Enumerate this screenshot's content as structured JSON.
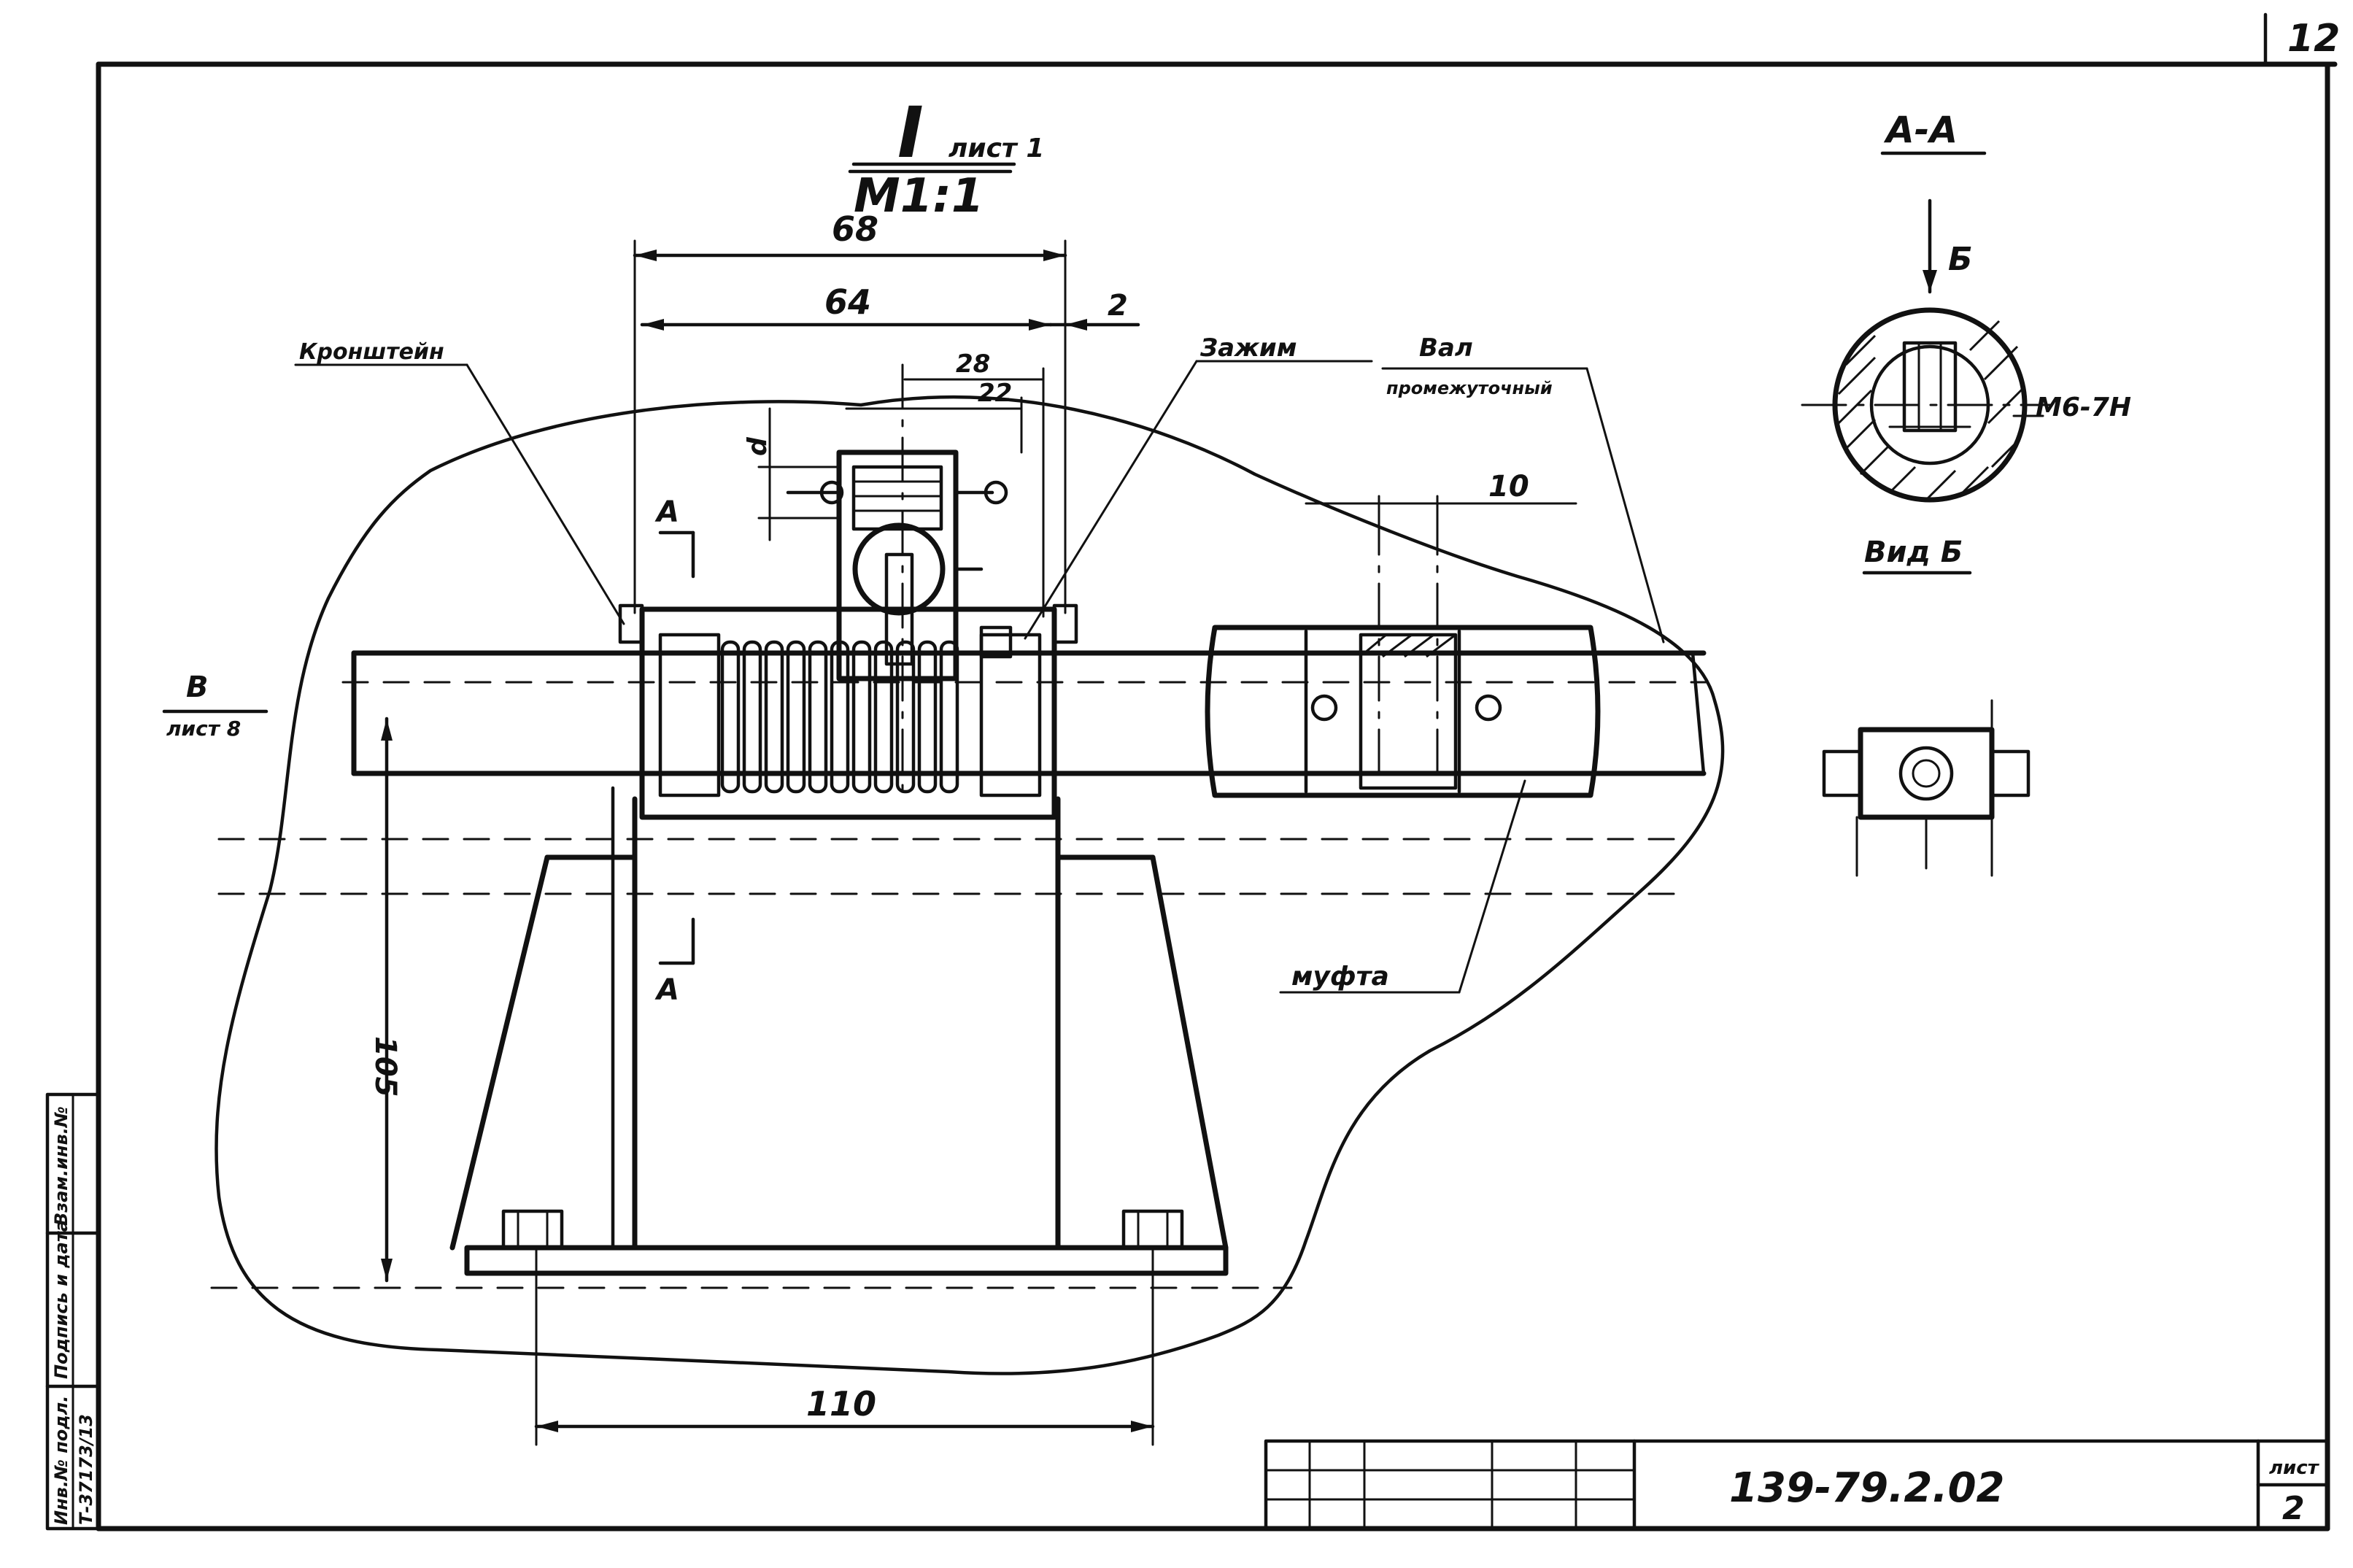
{
  "sheet": {
    "page_number": "12",
    "sheet_label": "лист",
    "sheet_value": "2",
    "document_code": "139-79.2.02"
  },
  "main_view": {
    "title": "I",
    "title_ref": "лист 1",
    "scale": "М1:1",
    "dim_68": "68",
    "dim_64": "64",
    "dim_2": "2",
    "dim_28": "28",
    "dim_22": "22",
    "dim_10": "10",
    "dim_d": "d",
    "dim_105": "105",
    "dim_110": "110",
    "label_bracket": "Кронштейн",
    "label_clamp": "Зажим",
    "label_shaft_line1": "Вал",
    "label_shaft_line2": "промежуточный",
    "label_coupling": "муфта",
    "view_b": "В",
    "view_b_ref": "лист 8",
    "section_a_top": "А",
    "section_a_bottom": "А"
  },
  "section_view": {
    "title": "А-А",
    "arrow_label": "Б",
    "thread": "М6-7Н",
    "view_label": "Вид Б"
  },
  "side_stamp": {
    "col1": "Инв.№ подл.",
    "col1_value": "Т-37173/13",
    "col2": "Подпись и дата",
    "col3": "Взам.инв.№"
  }
}
